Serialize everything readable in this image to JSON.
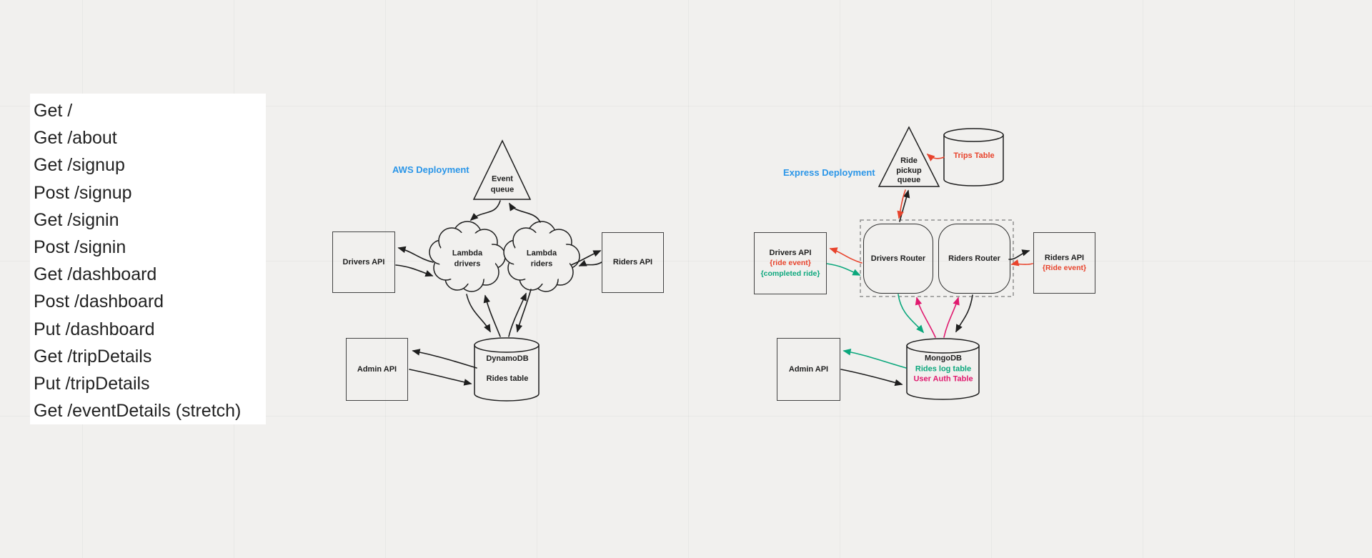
{
  "routes": {
    "items": [
      "Get /",
      "Get /about",
      "Get /signup",
      "Post /signup",
      "Get /signin",
      "Post /signin",
      "Get /dashboard",
      "Post /dashboard",
      "Put /dashboard",
      "Get /tripDetails",
      "Put /tripDetails",
      "Get /eventDetails (stretch)"
    ]
  },
  "aws": {
    "label": "AWS Deployment",
    "event_queue": {
      "line1": "Event",
      "line2": "queue"
    },
    "drivers_api": "Drivers API",
    "riders_api": "Riders API",
    "admin_api": "Admin API",
    "lambda_drivers": {
      "line1": "Lambda",
      "line2": "drivers"
    },
    "lambda_riders": {
      "line1": "Lambda",
      "line2": "riders"
    },
    "dynamodb": {
      "line1": "DynamoDB",
      "line2": "Rides table"
    }
  },
  "express": {
    "label": "Express Deployment",
    "ride_pickup_queue": {
      "line1": "Ride",
      "line2": "pickup",
      "line3": "queue"
    },
    "trips_table": "Trips Table",
    "drivers_api": {
      "title": "Drivers API",
      "tag1": "{ride event}",
      "tag2": "{completed ride}"
    },
    "drivers_router": "Drivers Router",
    "riders_router": "Riders Router",
    "riders_api": {
      "title": "Riders API",
      "tag1": "{Ride event}"
    },
    "admin_api": "Admin API",
    "mongodb": {
      "line1": "MongoDB",
      "line2": "Rides log table",
      "line3": "User Auth Table"
    }
  },
  "colors": {
    "blue": "#2b96e8",
    "red": "#e8432c",
    "green": "#0ba77c",
    "pink": "#e0196e",
    "ink": "#1e1e1e"
  }
}
